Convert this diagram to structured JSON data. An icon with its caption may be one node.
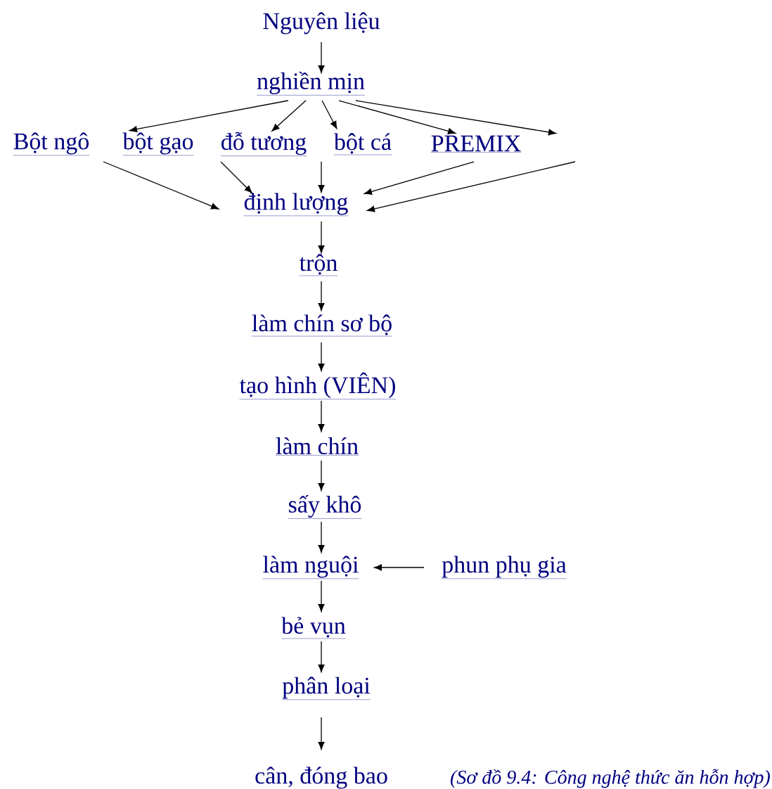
{
  "diagram": {
    "caption": "(Sơ đồ 9.4: Công nghệ thức ăn hỗn hợp)",
    "nodes": [
      {
        "text": [
          "Nguyên liệu"
        ]
      },
      {
        "text": [
          "nghiền mịn"
        ]
      },
      {
        "text": [
          "Bột ngô"
        ]
      },
      {
        "text": [
          "bột gạo"
        ]
      },
      {
        "text": [
          "đỗ tương"
        ]
      },
      {
        "text": [
          "bột cá"
        ]
      },
      {
        "text": [
          "PREMIX"
        ]
      },
      {
        "text": [
          "định lượng"
        ]
      },
      {
        "text": [
          "trộn"
        ]
      },
      {
        "text": [
          "làm chín sơ bộ"
        ]
      },
      {
        "text": [
          "tạo hình (VIÊN)"
        ]
      },
      {
        "text": [
          "làm chín"
        ]
      },
      {
        "text": [
          "sấy khô"
        ]
      },
      {
        "text": [
          "làm nguội"
        ]
      },
      {
        "text": [
          "phun phụ gia"
        ]
      },
      {
        "text": [
          "bẻ vụn"
        ]
      },
      {
        "text": [
          "phân loại"
        ]
      },
      {
        "text": [
          "cân, đóng bao"
        ]
      }
    ],
    "edges": [
      {
        "from": 0,
        "to": 1,
        "arrow": "to"
      },
      {
        "from": 1,
        "to": 3,
        "arrow": "to"
      },
      {
        "from": 1,
        "to": 4,
        "arrow": "to"
      },
      {
        "from": 1,
        "to": 5,
        "arrow": "to"
      },
      {
        "from": 1,
        "to": 6,
        "arrow": "to"
      },
      {
        "from": 1,
        "to": null,
        "arrow": "to"
      },
      {
        "from": 2,
        "to": 7,
        "arrow": "to"
      },
      {
        "from": 4,
        "to": 7,
        "arrow": "to"
      },
      {
        "from": 5,
        "to": 7,
        "arrow": "to"
      },
      {
        "from": 6,
        "to": 7,
        "arrow": "to"
      },
      {
        "from": null,
        "to": 7,
        "arrow": "to"
      },
      {
        "from": 7,
        "to": 8,
        "arrow": "to"
      },
      {
        "from": 8,
        "to": 9,
        "arrow": "to"
      },
      {
        "from": 9,
        "to": 10,
        "arrow": "to"
      },
      {
        "from": 10,
        "to": 11,
        "arrow": "to"
      },
      {
        "from": 11,
        "to": 12,
        "arrow": "to"
      },
      {
        "from": 12,
        "to": 13,
        "arrow": "to"
      },
      {
        "from": 14,
        "to": 13,
        "arrow": "to"
      },
      {
        "from": 13,
        "to": 15,
        "arrow": "to"
      },
      {
        "from": 15,
        "to": 16,
        "arrow": "to"
      },
      {
        "from": 16,
        "to": 17,
        "arrow": "to"
      }
    ]
  }
}
